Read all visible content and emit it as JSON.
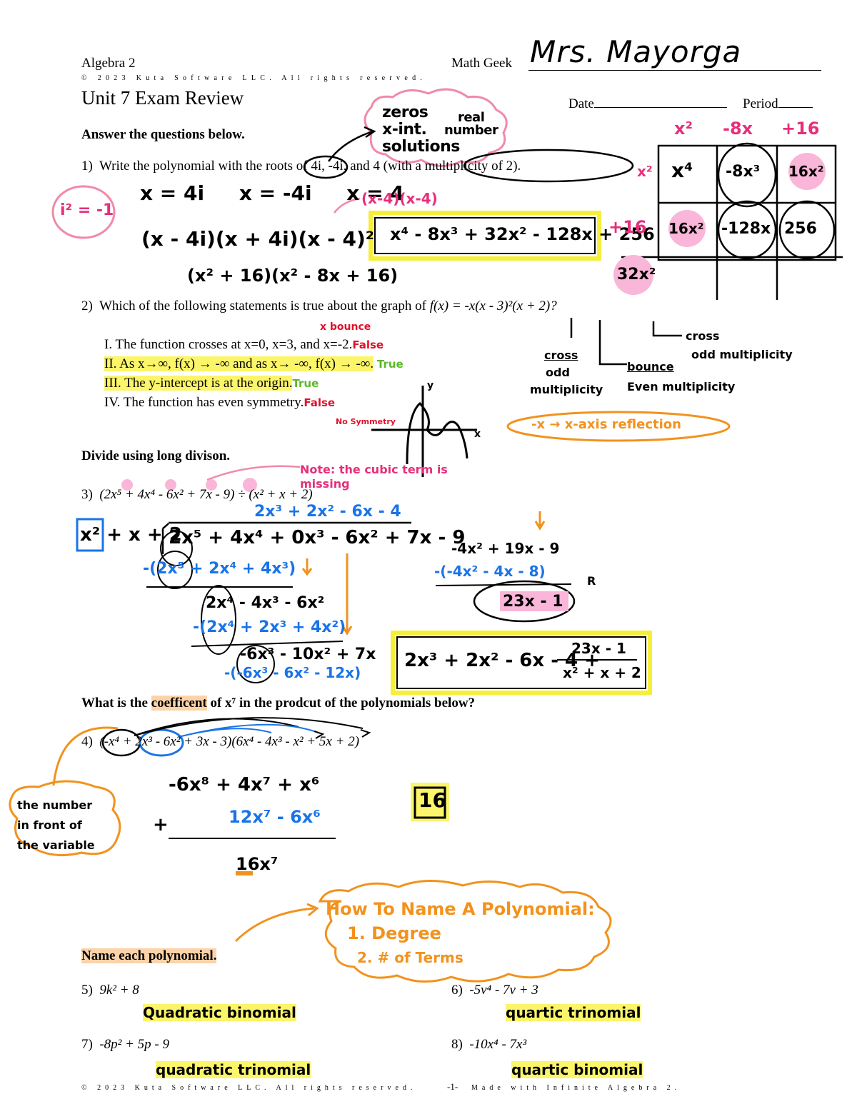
{
  "header": {
    "course": "Algebra 2",
    "copyright": "© 2023 Kuta Software LLC. All rights reserved.",
    "name_label": "Math Geek",
    "teacher_signature": "Mrs. Mayorga",
    "title": "Unit 7 Exam Review",
    "date_label": "Date",
    "period_label": "Period"
  },
  "intro": "Answer the questions below.",
  "q1": {
    "number": "1)",
    "prefix": "Write the polynomial with the",
    "roots_word": "roots",
    "middle": "of 4i, -4i, and 4 (",
    "multiplicity": "with a multiplicity of 2",
    "suffix": ").",
    "notes": {
      "zeros": "zeros",
      "xint": "x-int.",
      "solutions": "solutions",
      "real": "real",
      "number": "number",
      "i_squared": "i² = -1",
      "roots_line": "x = 4i     x = -4i     x = 4",
      "arrow_factor": "(x-4)(x-4)",
      "factored": "(x - 4i)(x + 4i)(x - 4)²",
      "product": "(x² + 16)(x² - 8x + 16)",
      "answer": "x⁴ - 8x³ + 32x² - 128x + 256",
      "box_top": [
        "x²",
        "-8x",
        "+16"
      ],
      "box_side": [
        "x²",
        "+16"
      ],
      "box_cells": [
        [
          "x⁴",
          "-8x³",
          "16x²"
        ],
        [
          "16x²",
          "-128x",
          "256"
        ]
      ],
      "box_extra": "32x²"
    }
  },
  "q2": {
    "number": "2)",
    "question": "Which of the following statements is true about the graph of",
    "function": "f(x) = -x(x - 3)²(x + 2)?",
    "statements": [
      {
        "text": "I. The function crosses at x=0, x=3, and x=-2.",
        "mark": "False",
        "highlight": false
      },
      {
        "text": "II. As x→∞, f(x) → -∞ and as x→ -∞, f(x) → -∞.",
        "mark": "True",
        "highlight": true
      },
      {
        "text": "III. The y-intercept is at the origin.",
        "mark": "True",
        "highlight": true
      },
      {
        "text": "IV. The function has even symmetry.",
        "mark": "False",
        "highlight": false
      }
    ],
    "notes": {
      "x_bounce": "x bounce",
      "no_symmetry": "No Symmetry",
      "cross_odd": [
        "cross",
        "odd",
        "multiplicity"
      ],
      "bounce_even": [
        "bounce",
        "Even multiplicity"
      ],
      "cross_odd_right": [
        "cross",
        "odd multiplicity"
      ],
      "reflection": "-x → x-axis reflection",
      "axis_x": "x",
      "axis_y": "y"
    }
  },
  "section_divide": "Divide using long divison.",
  "q3": {
    "number": "3)",
    "expression": "(2x⁵ + 4x⁴ - 6x² + 7x - 9) ÷ (x² + x + 2)",
    "notes": {
      "note": "Note: the cubic term is missing",
      "quotient": "2x³ + 2x² - 6x - 4",
      "divisor": "x² + x + 2",
      "dividend": "2x⁵ + 4x⁴ + 0x³ - 6x² + 7x - 9",
      "step1": "-(2x⁵ + 2x⁴ + 4x³)",
      "rem1": "2x⁴ - 4x³ - 6x²",
      "step2": "-(2x⁴ + 2x³ + 4x²)",
      "rem2": "-6x³ - 10x² + 7x",
      "step3": "-(-6x³ - 6x² - 12x)",
      "rem3": "-4x² + 19x - 9",
      "step4": "-(-4x² - 4x - 8)",
      "remainder": "23x - 1",
      "r_label": "R",
      "answer_main": "2x³ + 2x² - 6x - 4 +",
      "answer_num": "23x - 1",
      "answer_den": "x² + x + 2"
    }
  },
  "section_coeff": {
    "before": "What is the",
    "word": "coefficent",
    "after": "of x⁷ in the prodcut of the polynomials below?"
  },
  "q4": {
    "number": "4)",
    "expression": "(-x⁴ + 2x³ - 6x² + 3x - 3)(6x⁴ - 4x³ - x² + 5x + 2)",
    "notes": {
      "side": [
        "the number",
        "in front of",
        "the variable"
      ],
      "line1": "-6x⁸ + 4x⁷ + x⁶",
      "plus": "+",
      "line2": "12x⁷ - 6x⁶",
      "sum": "16x⁷",
      "answer": "16"
    }
  },
  "section_name": "Name each polynomial.",
  "cloud": [
    "How To Name A Polynomial:",
    "1. Degree",
    "2. # of Terms"
  ],
  "q5": {
    "number": "5)",
    "expr": "9k² + 8",
    "answer": "Quadratic binomial"
  },
  "q6": {
    "number": "6)",
    "expr": "-5v⁴ - 7v + 3",
    "answer": "quartic trinomial"
  },
  "q7": {
    "number": "7)",
    "expr": "-8p² + 5p - 9",
    "answer": "quadratic trinomial"
  },
  "q8": {
    "number": "8)",
    "expr": "-10x⁴ - 7x³",
    "answer": "quartic binomial"
  },
  "footer": {
    "left": "© 2023 Kuta Software LLC. All rights reserved.",
    "page": "-1-",
    "right": "Made with Infinite Algebra 2."
  },
  "colors": {
    "pink": "#e62f7b",
    "orange": "#f2921d",
    "blue": "#1a73e8",
    "red": "#e0102a",
    "green": "#5cb82a",
    "yellow": "#fbf569"
  }
}
